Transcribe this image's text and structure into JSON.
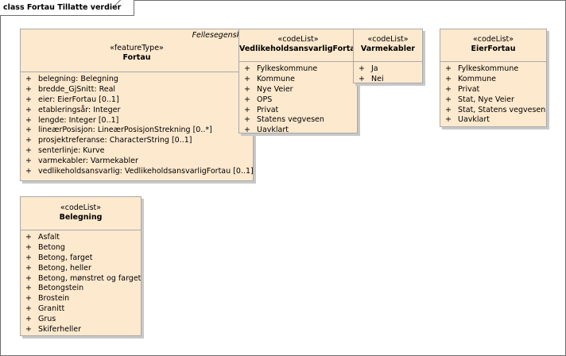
{
  "frame": {
    "title": "class Fortau Tillatte verdier"
  },
  "classes": {
    "fortau": {
      "package": "Fellesegenskap",
      "stereotype": "«featureType»",
      "name": "Fortau",
      "attributes": [
        {
          "vis": "+",
          "text": "belegning: Belegning"
        },
        {
          "vis": "+",
          "text": "bredde_GjSnitt: Real"
        },
        {
          "vis": "+",
          "text": "eier: EierFortau [0..1]"
        },
        {
          "vis": "+",
          "text": "etableringsår: Integer"
        },
        {
          "vis": "+",
          "text": "lengde: Integer [0..1]"
        },
        {
          "vis": "+",
          "text": "lineærPosisjon: LineærPosisjonStrekning [0..*]"
        },
        {
          "vis": "+",
          "text": "prosjektreferanse: CharacterString [0..1]"
        },
        {
          "vis": "+",
          "text": "senterlinje: Kurve"
        },
        {
          "vis": "+",
          "text": "varmekabler: Varmekabler"
        },
        {
          "vis": "+",
          "text": "vedlikeholdsansvarlig: VedlikeholdsansvarligFortau [0..1]"
        }
      ]
    },
    "vedlikehold": {
      "stereotype": "«codeList»",
      "name": "VedlikeholdsansvarligFortau",
      "attributes": [
        {
          "vis": "+",
          "text": "Fylkeskommune"
        },
        {
          "vis": "+",
          "text": "Kommune"
        },
        {
          "vis": "+",
          "text": "Nye Veier"
        },
        {
          "vis": "+",
          "text": "OPS"
        },
        {
          "vis": "+",
          "text": "Privat"
        },
        {
          "vis": "+",
          "text": "Statens vegvesen"
        },
        {
          "vis": "+",
          "text": "Uavklart"
        }
      ]
    },
    "varmekabler": {
      "stereotype": "«codeList»",
      "name": "Varmekabler",
      "attributes": [
        {
          "vis": "+",
          "text": "Ja"
        },
        {
          "vis": "+",
          "text": "Nei"
        }
      ]
    },
    "eierfortau": {
      "stereotype": "«codeList»",
      "name": "EierFortau",
      "attributes": [
        {
          "vis": "+",
          "text": "Fylkeskommune"
        },
        {
          "vis": "+",
          "text": "Kommune"
        },
        {
          "vis": "+",
          "text": "Privat"
        },
        {
          "vis": "+",
          "text": "Stat, Nye Veier"
        },
        {
          "vis": "+",
          "text": "Stat, Statens vegvesen"
        },
        {
          "vis": "+",
          "text": "Uavklart"
        }
      ]
    },
    "belegning": {
      "stereotype": "«codeList»",
      "name": "Belegning",
      "attributes": [
        {
          "vis": "+",
          "text": "Asfalt"
        },
        {
          "vis": "+",
          "text": "Betong"
        },
        {
          "vis": "+",
          "text": "Betong, farget"
        },
        {
          "vis": "+",
          "text": "Betong, heller"
        },
        {
          "vis": "+",
          "text": "Betong, mønstret og farget"
        },
        {
          "vis": "+",
          "text": "Betongstein"
        },
        {
          "vis": "+",
          "text": "Brostein"
        },
        {
          "vis": "+",
          "text": "Granitt"
        },
        {
          "vis": "+",
          "text": "Grus"
        },
        {
          "vis": "+",
          "text": "Skiferheller"
        }
      ]
    }
  }
}
